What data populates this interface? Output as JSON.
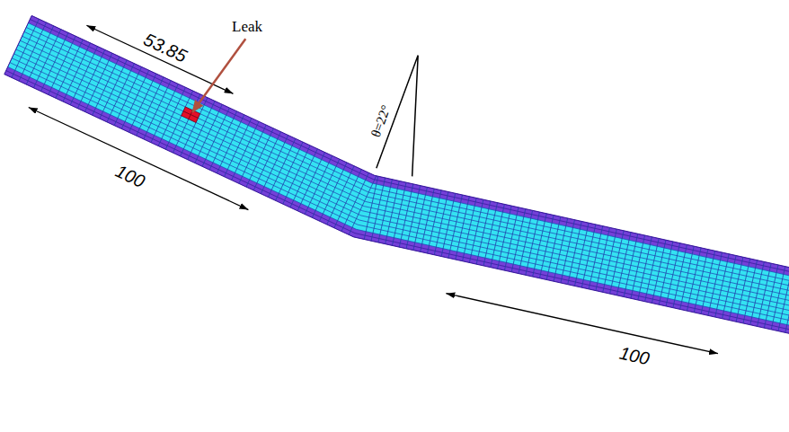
{
  "diagram": {
    "labels": [
      "53.85",
      "Leak",
      "100",
      "θ=22°",
      "100"
    ]
  }
}
